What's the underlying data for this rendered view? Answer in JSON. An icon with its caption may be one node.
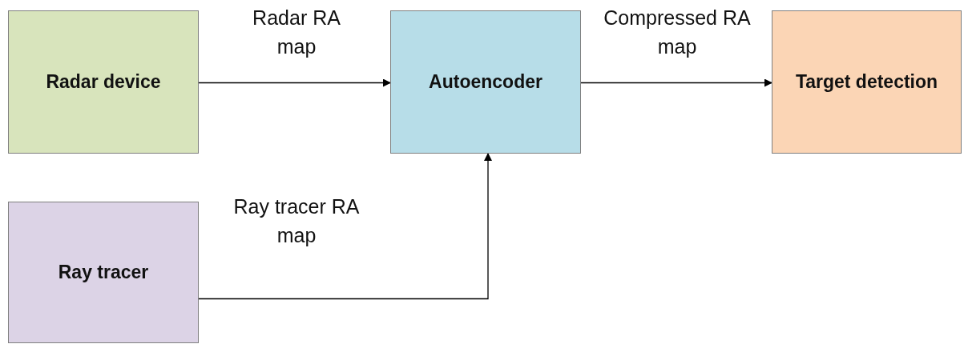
{
  "diagram": {
    "nodes": [
      {
        "text": [
          "Radar device"
        ]
      },
      {
        "text": [
          "Autoencoder"
        ]
      },
      {
        "text": [
          "Target detection"
        ]
      },
      {
        "text": [
          "Ray tracer"
        ]
      }
    ],
    "edges": [
      {
        "from": 0,
        "to": 1,
        "arrow": "to",
        "label": "Radar RA map"
      },
      {
        "from": 1,
        "to": 2,
        "arrow": "to",
        "label": "Compressed RA map"
      },
      {
        "from": 3,
        "to": 1,
        "arrow": "to",
        "label": "Ray tracer RA map"
      }
    ]
  }
}
